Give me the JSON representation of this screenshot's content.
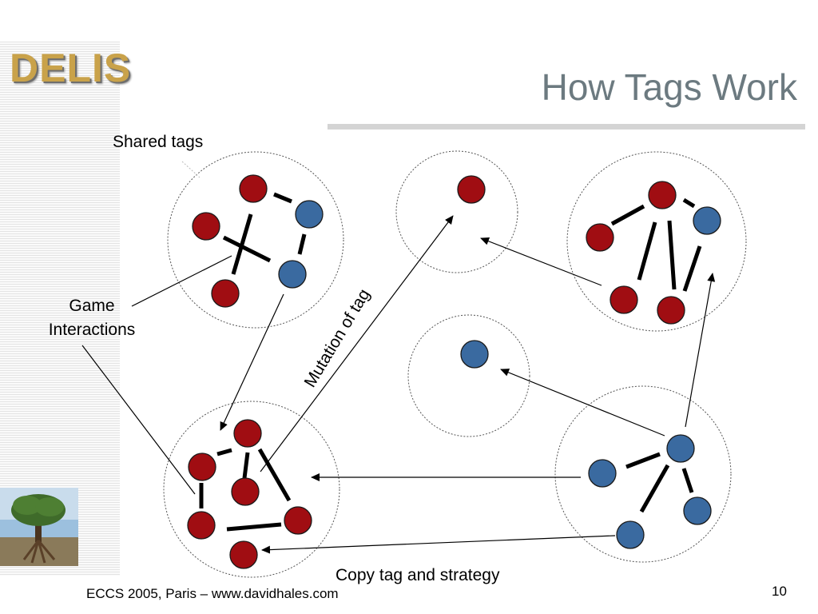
{
  "slide": {
    "logo_text": "DELIS",
    "title": "How Tags Work",
    "footer": "ECCS 2005, Paris – www.davidhales.com",
    "page_number": "10"
  },
  "diagram": {
    "labels": {
      "shared_tags": "Shared tags",
      "game_line1": "Game",
      "game_line2": "Interactions",
      "mutation": "Mutation of tag",
      "copy": "Copy tag and strategy"
    },
    "colors": {
      "red_agent": "#a00d12",
      "blue_agent": "#3a6aa0",
      "group_border": "#555555",
      "link": "#000000"
    }
  }
}
